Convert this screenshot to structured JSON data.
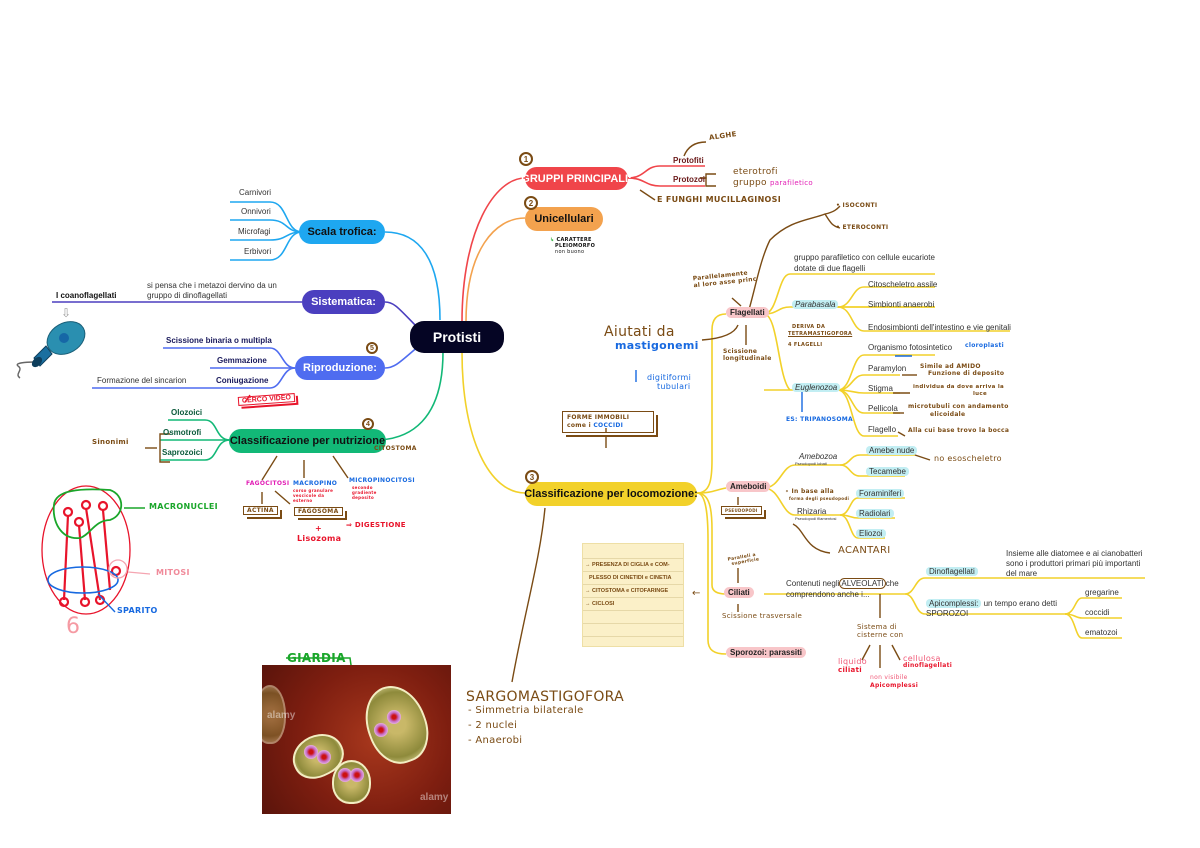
{
  "central": {
    "label": "Protisti"
  },
  "colors": {
    "central": "#050524",
    "scala": "#1ea7f0",
    "sistematica": "#4b3fbf",
    "riproduzione": "#4f6cf0",
    "nutrizione": "#12b877",
    "gruppi": "#f0454a",
    "unicellulari": "#f3a24e",
    "locomozione": "#f2d12a",
    "handwriting": "#7a4b14"
  },
  "left": {
    "scala": {
      "label": "Scala trofica:",
      "items": [
        "Carnivori",
        "Onnivori",
        "Microfagi",
        "Erbivori"
      ]
    },
    "sistematica": {
      "label": "Sistematica:",
      "leaf": "I coanoflagellati",
      "note_line1": "si pensa che i metazoi dervino da un",
      "note_line2": "gruppo di dinoflagellati"
    },
    "riproduzione": {
      "label": "Riproduzione:",
      "number": "5",
      "items": [
        "Scissione binaria o multipla",
        "Gemmazione",
        "Coniugazione"
      ],
      "coniugazione_note": "Formazione del sincarion",
      "hand_note": "CERCO VIDEO"
    },
    "nutrizione": {
      "label": "Classificazione per nutrizione",
      "number": "4",
      "items": [
        "Olozoici",
        "Osmotrofi",
        "Saprozoici"
      ],
      "sinonimi": "Sinonimi",
      "citostoma": "CITOSTOMA",
      "fagocitosi": "FAGOCITOSI",
      "macropino": "MACROPINO",
      "macropino_note": "corso granulare vescicole da esterno",
      "micropino": "MICROPINOCITOSI",
      "micropino_note": "secondo gradiente deposito",
      "actina": "ACTINA",
      "fagosoma": "FAGOSOMA",
      "plus": "+",
      "lisosoma": "Lisozoma",
      "digestione": "DIGESTIONE"
    }
  },
  "right": {
    "gruppi": {
      "label": "GRUPPI PRINCIPALI:",
      "number": "1",
      "items": [
        "Protofiti",
        "Protozoi"
      ],
      "alghe": "ALGHE",
      "eterotrofi": "eterotrofi",
      "gruppo": "gruppo",
      "parafiletico": "parafiletico",
      "funghi": "E FUNGHI MUCILLAGINOSI"
    },
    "unicellulari": {
      "label": "Unicellulari",
      "number": "2",
      "note1": "CARATTERE",
      "note2": "PLEIOMORFO",
      "note3": "non buono"
    },
    "locomozione": {
      "label": "Classificazione per locomozione:",
      "number": "3",
      "forme_immobili_1": "FORME IMMOBILI",
      "forme_immobili_2": "come i",
      "coccidi": "COCCIDI",
      "sargo_title": "SARGOMASTIGOFORA",
      "sargo_items": [
        "- Simmetria bilaterale",
        "- 2 nuclei",
        "- Anaerobi"
      ],
      "flagellati": {
        "label": "Flagellati",
        "parallel_1": "Parallelamente",
        "parallel_2": "al loro asse princ",
        "scissione_1": "Scissione",
        "scissione_2": "longitudinale",
        "aiutati": "Aiutati da",
        "mastigonemi": "mastigonemi",
        "digitiformi_1": "digitiformi",
        "digitiformi_2": "tubulari",
        "isoconti": "ISOCONTI",
        "eteroconti": "ETEROCONTI",
        "parafiletico_1": "gruppo parafiletico con cellule eucariote",
        "parafiletico_2": "dotate di due flagelli",
        "parabasala": "Parabasala",
        "parabasala_items": [
          "Citoscheletro assile",
          "Simbionti anaerobi",
          "Endosimbionti dell'intestino e vie genitali"
        ],
        "deriva_1": "DERIVA DA",
        "deriva_2": "TETRAMASTIGOFORA",
        "deriva_3": "4 FLAGELLI",
        "euglenozoa": "Euglenozoa",
        "euglena_items": [
          "Organismo fotosintetico",
          "Paramylon",
          "Stigma",
          "Pellicola",
          "Flagello"
        ],
        "cloroplasti": "cloroplasti",
        "paramylon_1": "Simile ad AMIDO",
        "paramylon_2": "Funzione di deposito",
        "stigma_1": "individua da dove arriva la",
        "stigma_2": "luce",
        "pellicola_1": "microtubuli con andamento",
        "pellicola_2": "elicoidale",
        "flagello_note": "Alla cui base trovo la bocca",
        "tripanosoma": "ES: TRIPANOSOMA"
      },
      "ameboidi": {
        "label": "Ameboidi",
        "pseudopodi": "PSEUDOPODI",
        "in_base_1": "In base alla",
        "in_base_2": "forma degli pseudopodi",
        "amebozoa": "Amebozoa",
        "amebozoa_sub": "Pseudopodi lobati",
        "amebozoa_items": [
          "Amebe nude",
          "Tecamebe"
        ],
        "no_esoscheletro": "no esoscheletro",
        "rhizaria": "Rhizaria",
        "rhizaria_sub": "Pseudopodi filamentosi",
        "rhizaria_items": [
          "Foraminiferi",
          "Radiolari",
          "Eliozoi"
        ],
        "acantari": "ACANTARI"
      },
      "ciliati": {
        "label": "Ciliati",
        "paralleli_1": "Paralleli a",
        "paralleli_2": "superficie",
        "scissione": "Scissione trasversale",
        "contenuti_1": "Contenuti negli",
        "alveolati": "ALVEOLATI",
        "contenuti_2": "che",
        "contenuti_3": "comprendono anche i...",
        "dinoflagellati": "Dinoflagellati",
        "dino_note_1": "Insieme alle diatomee e ai cianobatteri",
        "dino_note_2": "sono i produttori primari più importanti",
        "dino_note_3": "del mare",
        "apicomplessi": "Apicomplessi:",
        "apicomplessi_note_1": "un tempo erano detti",
        "apicomplessi_note_2": "SPOROZOI",
        "apicomplessi_items": [
          "gregarine",
          "coccidi",
          "ematozoi"
        ],
        "cisterne_1": "Sistema di",
        "cisterne_2": "cisterne con",
        "liquido": "liquido",
        "ciliati_red": "ciliati",
        "non_visibile": "non visibile",
        "apicomplessi_red": "Apicomplessi",
        "cellulosa": "cellulosa",
        "dino_red": "dinoflagellati"
      },
      "sporozoi": {
        "label": "Sporozoi: parassiti"
      },
      "note_card": {
        "lines": [
          "→ PRESENZA DI CIGLIA e COM-",
          "PLESSO DI CINETIDI e CINETIA",
          "→ CITOSTOMA e CITOFARINGE",
          "→ CICLOSI"
        ]
      }
    }
  },
  "drawings": {
    "macronuclei": "MACRONUCLEI",
    "mitosi": "MITOSI",
    "sparito": "SPARITO",
    "six": "6",
    "giardia": "GIARDIA",
    "photo_watermark": "alamy"
  }
}
